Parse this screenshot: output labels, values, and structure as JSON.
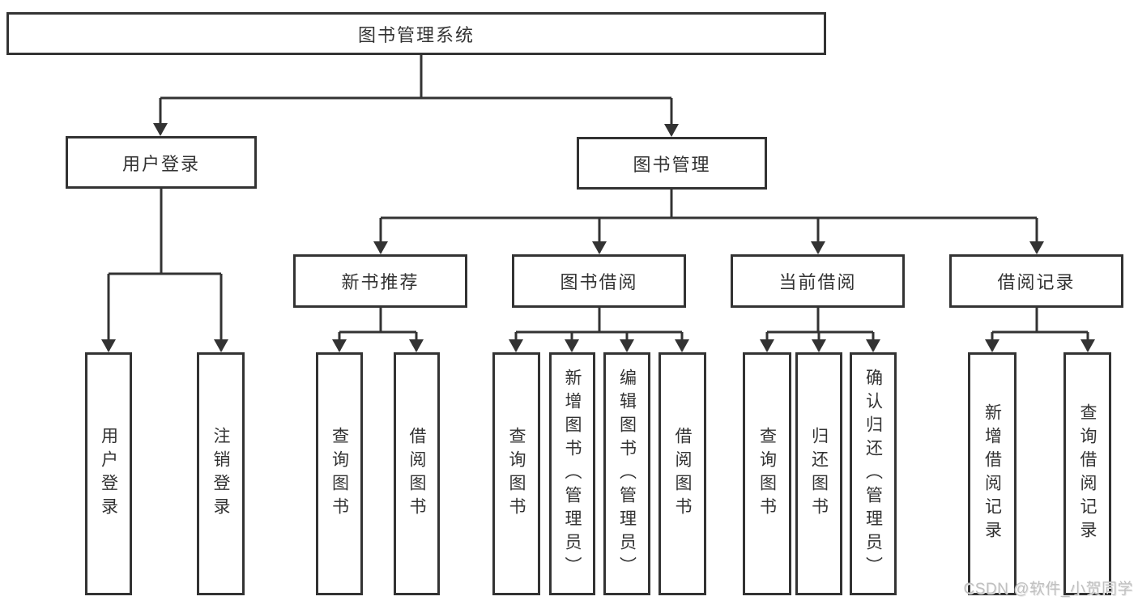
{
  "diagram_title": "图书管理系统",
  "nodes": {
    "root": {
      "label": "图书管理系统"
    },
    "branches": [
      {
        "label": "用户登录"
      },
      {
        "label": "图书管理"
      }
    ],
    "categories": [
      {
        "label": "新书推荐",
        "parent": "图书管理"
      },
      {
        "label": "图书借阅",
        "parent": "图书管理"
      },
      {
        "label": "当前借阅",
        "parent": "图书管理"
      },
      {
        "label": "借阅记录",
        "parent": "图书管理"
      }
    ],
    "leaves": [
      {
        "label": "用户登录",
        "parent": "用户登录"
      },
      {
        "label": "注销登录",
        "parent": "用户登录"
      },
      {
        "label": "查询图书",
        "parent": "新书推荐"
      },
      {
        "label": "借阅图书",
        "parent": "新书推荐"
      },
      {
        "label": "查询图书",
        "parent": "图书借阅"
      },
      {
        "label": "新增图书（管理员）",
        "parent": "图书借阅"
      },
      {
        "label": "编辑图书（管理员）",
        "parent": "图书借阅"
      },
      {
        "label": "借阅图书",
        "parent": "图书借阅"
      },
      {
        "label": "查询图书",
        "parent": "当前借阅"
      },
      {
        "label": "归还图书",
        "parent": "当前借阅"
      },
      {
        "label": "确认归还（管理员）",
        "parent": "当前借阅"
      },
      {
        "label": "新增借阅记录",
        "parent": "借阅记录"
      },
      {
        "label": "查询借阅记录",
        "parent": "借阅记录"
      }
    ]
  },
  "watermark": "CSDN @软件_小贺同学",
  "colors": {
    "line": "#333333",
    "text": "#333333",
    "background": "#ffffff",
    "watermark": "#c0c0c0"
  }
}
